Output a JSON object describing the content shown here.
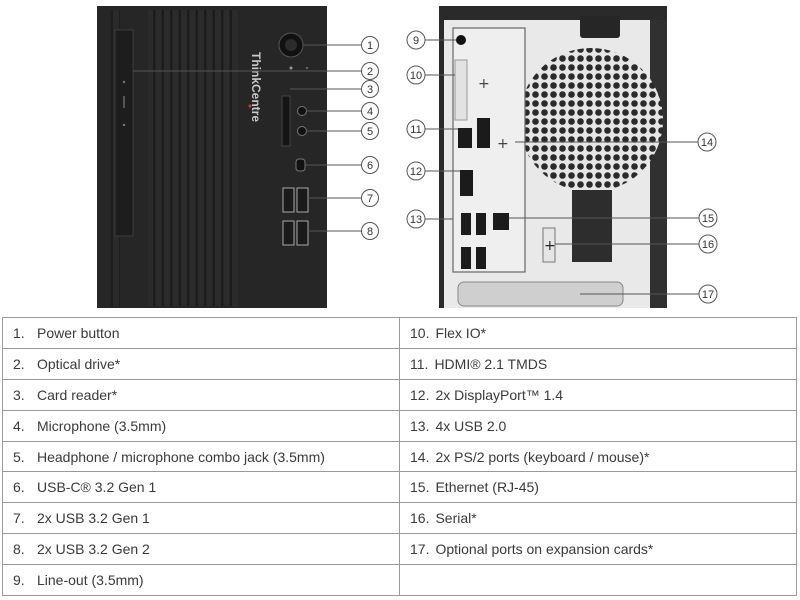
{
  "diagram": {
    "brand_logo_text": "ThinkCentre",
    "colors": {
      "case": "#232323",
      "chassis": "#e9e9e9",
      "line": "#555555",
      "table_border": "#9a9a9a"
    },
    "callouts": [
      "1",
      "2",
      "3",
      "4",
      "5",
      "6",
      "7",
      "8",
      "9",
      "10",
      "11",
      "12",
      "13",
      "14",
      "15",
      "16",
      "17"
    ],
    "icons": [
      "power-button",
      "optical-drive",
      "card-reader",
      "audio-jack",
      "usb-c-port",
      "usb-a-port",
      "hdmi-port",
      "displayport-port",
      "ethernet-port",
      "serial-port",
      "fan-grille"
    ]
  },
  "legend": {
    "left": [
      {
        "num": "1.",
        "label": "Power button"
      },
      {
        "num": "2.",
        "label": "Optical drive*"
      },
      {
        "num": "3.",
        "label": "Card reader*"
      },
      {
        "num": "4.",
        "label": "Microphone (3.5mm)"
      },
      {
        "num": "5.",
        "label": "Headphone / microphone combo jack (3.5mm)"
      },
      {
        "num": "6.",
        "label": "USB-C® 3.2 Gen 1"
      },
      {
        "num": "7.",
        "label": "2x USB 3.2 Gen 1"
      },
      {
        "num": "8.",
        "label": "2x USB 3.2 Gen 2"
      },
      {
        "num": "9.",
        "label": "Line-out (3.5mm)"
      }
    ],
    "right": [
      {
        "num": "10.",
        "label": "Flex IO*"
      },
      {
        "num": "11.",
        "label": "HDMI® 2.1 TMDS"
      },
      {
        "num": "12.",
        "label": "2x DisplayPort™ 1.4"
      },
      {
        "num": "13.",
        "label": "4x USB 2.0"
      },
      {
        "num": "14.",
        "label": "2x PS/2 ports (keyboard / mouse)*"
      },
      {
        "num": "15.",
        "label": "Ethernet (RJ-45)"
      },
      {
        "num": "16.",
        "label": "Serial*"
      },
      {
        "num": "17.",
        "label": "Optional ports on expansion cards*"
      },
      {
        "num": "",
        "label": ""
      }
    ]
  }
}
